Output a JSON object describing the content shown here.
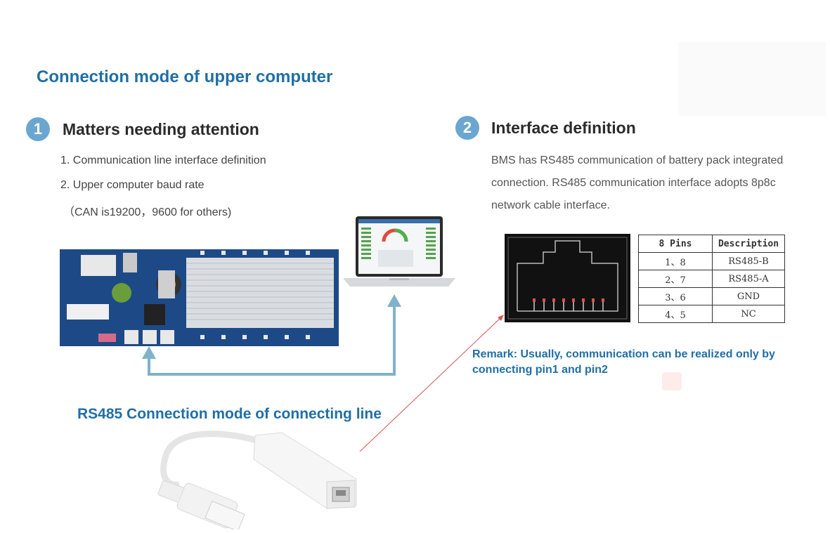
{
  "title": "Connection mode of upper computer",
  "section1": {
    "number": "1",
    "heading": "Matters needing attention",
    "items": [
      "1. Communication line interface definition",
      "2. Upper computer baud rate",
      "（CAN is19200，9600 for others)"
    ]
  },
  "section2": {
    "number": "2",
    "heading": "Interface definition",
    "paragraph": "BMS has RS485 communication of battery pack integrated connection. RS485 communication interface adopts 8p8c network cable interface."
  },
  "pin_table": {
    "headers": [
      "8 Pins",
      "Description"
    ],
    "rows": [
      [
        "1、8",
        "RS485-B"
      ],
      [
        "2、7",
        "RS485-A"
      ],
      [
        "3、6",
        "GND"
      ],
      [
        "4、5",
        "NC"
      ]
    ]
  },
  "remark": "Remark:   Usually, communication can be realized only by connecting pin1 and pin2",
  "rs485_caption": "RS485 Connection mode of connecting line",
  "colors": {
    "accent_blue": "#1f6fa6",
    "circle_blue": "#6aa6cf",
    "connector_line": "#7fb3c9",
    "pointer_red": "#d9534f"
  }
}
